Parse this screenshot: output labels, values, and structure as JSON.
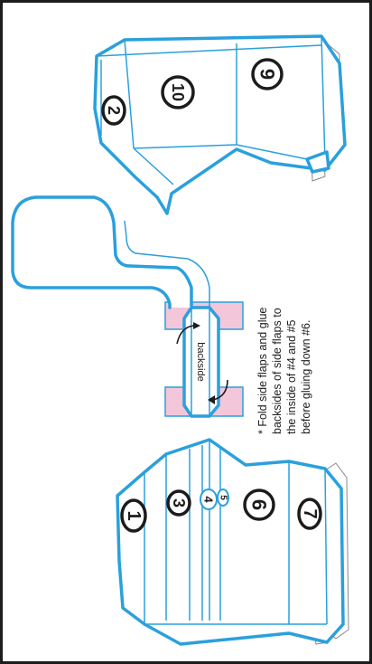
{
  "labels": {
    "n1": "1",
    "n2": "2",
    "n3": "3",
    "n4": "4",
    "n5": "5",
    "n6": "6",
    "n7": "7",
    "n9": "9",
    "n10": "10",
    "backside": "backside"
  },
  "note": {
    "line1": "* Fold side flaps and glue",
    "line2": "backsides of side flaps to",
    "line3": "the inside of #4 and #5",
    "line4": "before gluing down #6."
  },
  "colors": {
    "outline": "#2aa0dc",
    "glue_pink": "#f4c6da",
    "frame": "#1c1c1c"
  }
}
